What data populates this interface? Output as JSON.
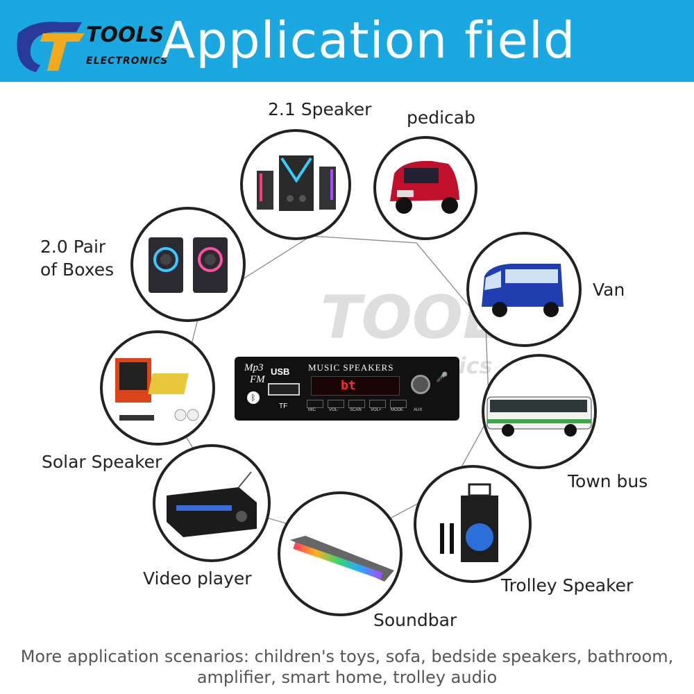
{
  "header": {
    "title": "Application field",
    "brand_line1": "TOOLS",
    "brand_line2": "ELECTRONICS",
    "background": "#1ba8e0"
  },
  "module": {
    "logo_line1": "Mp3",
    "logo_line2": "FM",
    "usb": "USB",
    "tf": "TF",
    "brand": "MUSIC SPEAKERS",
    "display": "bt",
    "buttons": [
      "MIC",
      "VOL-",
      "SCAN",
      "VOL+",
      "MODE"
    ],
    "aux": "AUX"
  },
  "applications": [
    {
      "label": "2.1 Speaker",
      "icon": "speaker-2-1-icon"
    },
    {
      "label": "pedicab",
      "icon": "pedicab-icon"
    },
    {
      "label": "2.0 Pair\nof Boxes",
      "icon": "speaker-pair-icon"
    },
    {
      "label": "Van",
      "icon": "van-icon"
    },
    {
      "label": "Solar Speaker",
      "icon": "solar-speaker-icon"
    },
    {
      "label": "Town bus",
      "icon": "bus-icon"
    },
    {
      "label": "Video player",
      "icon": "amplifier-icon"
    },
    {
      "label": "Trolley Speaker",
      "icon": "trolley-speaker-icon"
    },
    {
      "label": "Soundbar",
      "icon": "soundbar-icon"
    }
  ],
  "watermark": {
    "line1": "TOOLS",
    "line2": "ELECTRONICS"
  },
  "footer": {
    "line1": "More application scenarios: children's toys, sofa, bedside speakers, bathroom,",
    "line2": "amplifier, smart home, trolley audio"
  }
}
